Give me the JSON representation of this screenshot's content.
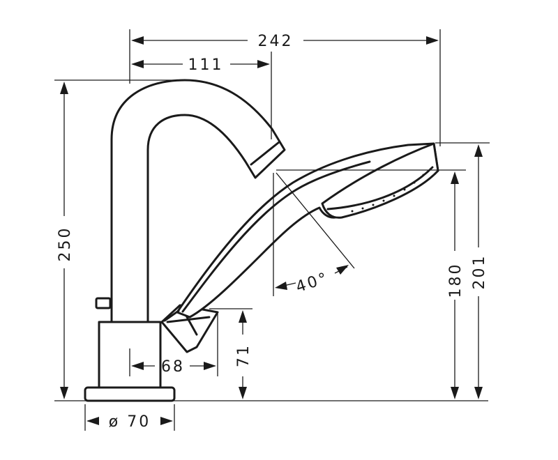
{
  "drawing": {
    "dimensions": {
      "overall_width": "242",
      "spout_reach": "111",
      "total_height": "250",
      "handshower_height_top": "201",
      "handshower_height": "180",
      "holder_height": "71",
      "holder_offset": "68",
      "base_diameter": "ø 70",
      "tilt_angle": "40°"
    }
  }
}
